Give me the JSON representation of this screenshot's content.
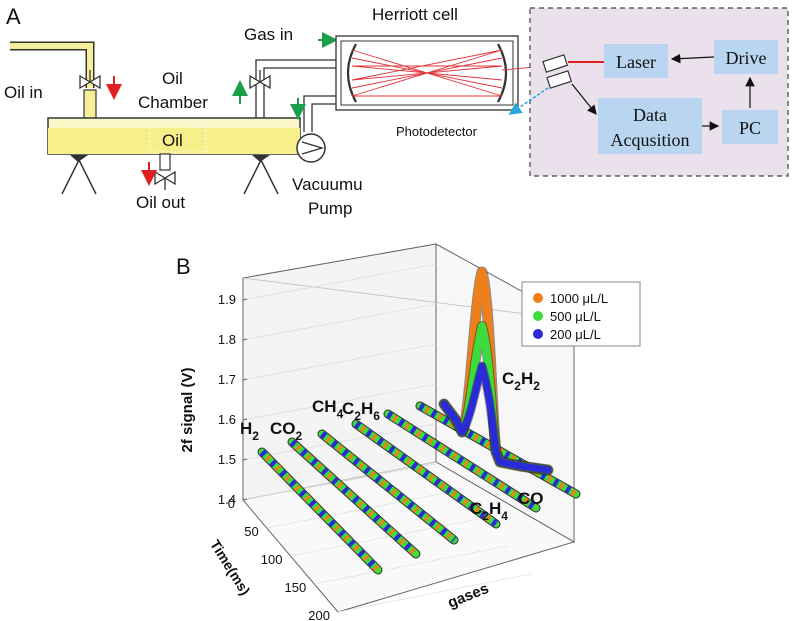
{
  "panel_a": {
    "letter": "A",
    "oil_in": "Oil in",
    "chamber_line1": "Oil",
    "chamber_line2": "Chamber",
    "oil_label": "Oil",
    "oil_out": "Oil out",
    "gas_in": "Gas in",
    "herriott": "Herriott cell",
    "vacuum_line1": "Vacuumu",
    "vacuum_line2": "Pump",
    "photodetector": "Photodetector",
    "laser": "Laser",
    "drive": "Drive",
    "data_line1": "Data",
    "data_line2": "Acqusition",
    "pc": "PC"
  },
  "panel_b": {
    "letter": "B",
    "ylabel": "2f signal (V)",
    "tlabel": "Time(ms)",
    "xlabel": "gases",
    "zticks": [
      "1.4",
      "1.5",
      "1.6",
      "1.7",
      "1.8",
      "1.9"
    ],
    "tticks": [
      "0",
      "50",
      "100",
      "150",
      "200"
    ],
    "legend": [
      {
        "label": "1000 μL/L",
        "color": "#ef7f1a"
      },
      {
        "label": "500 μL/L",
        "color": "#3ddc3d"
      },
      {
        "label": "200 μL/L",
        "color": "#2a2ad8"
      }
    ],
    "gases": [
      {
        "base": "H",
        "sub": "2"
      },
      {
        "base": "CO",
        "sub": "2"
      },
      {
        "base": "CH",
        "sub": "4"
      },
      {
        "base": "C",
        "sub": "2",
        "tail": "H",
        "sub2": "6"
      },
      {
        "base": "C",
        "sub": "2",
        "tail": "H",
        "sub2": "4"
      },
      {
        "base": "CO",
        "sub": ""
      },
      {
        "base": "C",
        "sub": "2",
        "tail": "H",
        "sub2": "2"
      }
    ]
  }
}
